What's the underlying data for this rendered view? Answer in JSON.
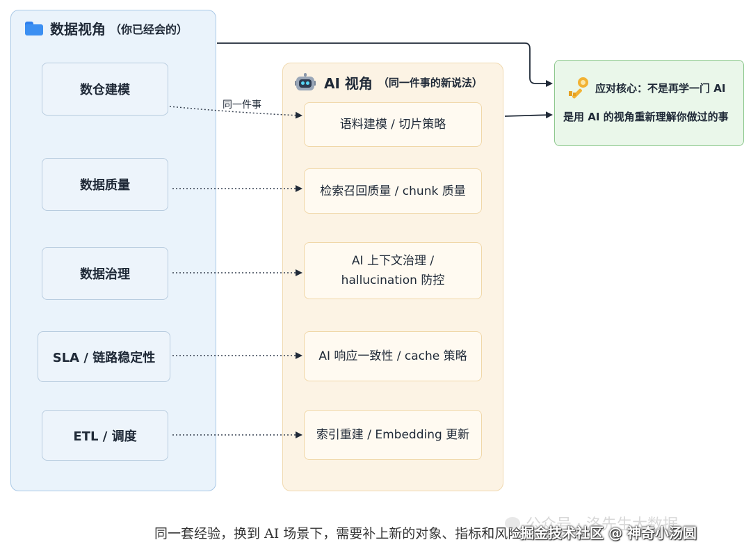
{
  "left_panel": {
    "title": "数据视角",
    "subtitle": "（你已经会的）",
    "items": [
      "数仓建模",
      "数据质量",
      "数据治理",
      "SLA / 链路稳定性",
      "ETL / 调度"
    ]
  },
  "mid_panel": {
    "title": "AI 视角",
    "subtitle": "（同一件事的新说法）",
    "items": [
      {
        "line1": "语料建模 / 切片策略",
        "line2": ""
      },
      {
        "line1": "检索召回质量 / chunk 质量",
        "line2": ""
      },
      {
        "line1": "AI 上下文治理 /",
        "line2": "hallucination 防控"
      },
      {
        "line1": "AI 响应一致性 / cache 策略",
        "line2": ""
      },
      {
        "line1": "索引重建 / Embedding 更新",
        "line2": ""
      }
    ]
  },
  "edge_label": "同一件事",
  "key_box": {
    "line1": "应对核心：不是再学一门 AI",
    "line2": "是用 AI 的视角重新理解你做过的事"
  },
  "caption": "同一套经验，换到 AI 场景下，需要补上新的对象、指标和风险",
  "watermark_faint": "公众号 · 洛先生大数据",
  "watermark": "掘金技术社区 @ 神奇小汤圆",
  "colors": {
    "left_panel_bg": "#eaf3fb",
    "mid_panel_bg": "#fcf3e4",
    "key_box_bg": "#eaf7ea",
    "accent_blue": "#2f80ed",
    "key_gold": "#f2b233"
  }
}
